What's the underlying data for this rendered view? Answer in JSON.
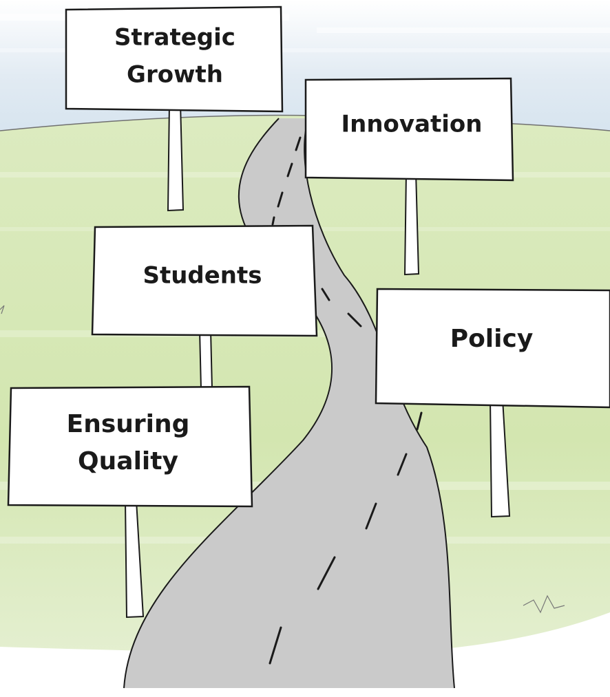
{
  "signs": {
    "strategic_growth": {
      "line1": "Strategic",
      "line2": "Growth"
    },
    "innovation": {
      "label": "Innovation"
    },
    "students": {
      "label": "Students"
    },
    "policy": {
      "label": "Policy"
    },
    "ensuring_quality": {
      "line1": "Ensuring",
      "line2": "Quality"
    }
  },
  "colors": {
    "sky": "#dde8f1",
    "grass": "#d6e8b4",
    "grass_light": "#e7f0d3",
    "road": "#c9c9c9",
    "ink": "#1a1a1a",
    "sign_fill": "#ffffff"
  }
}
